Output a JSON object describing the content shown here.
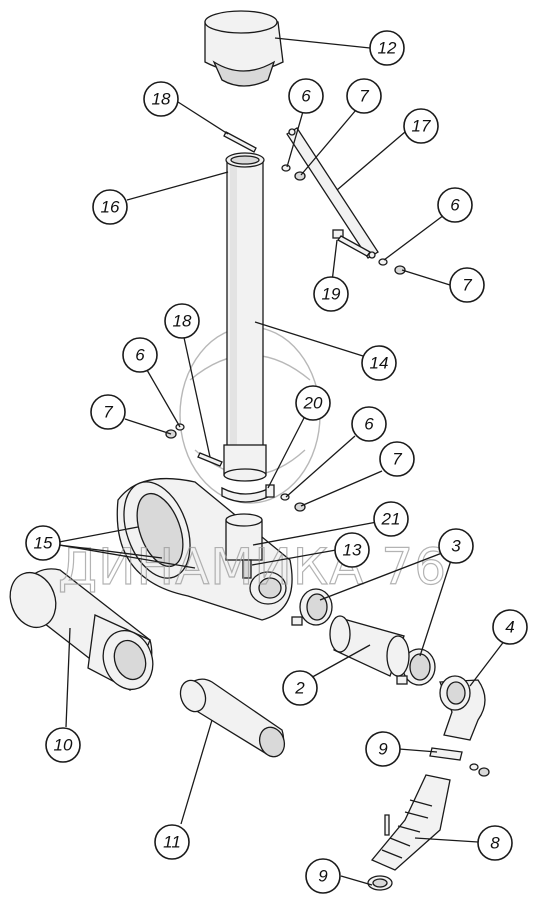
{
  "diagram": {
    "watermark_text": "ДИНАМИКА 76",
    "callouts": [
      "12",
      "18",
      "6",
      "7",
      "17",
      "16",
      "6",
      "19",
      "7",
      "18",
      "14",
      "6",
      "7",
      "20",
      "6",
      "7",
      "15",
      "21",
      "13",
      "3",
      "10",
      "2",
      "4",
      "9",
      "11",
      "8",
      "9"
    ]
  }
}
